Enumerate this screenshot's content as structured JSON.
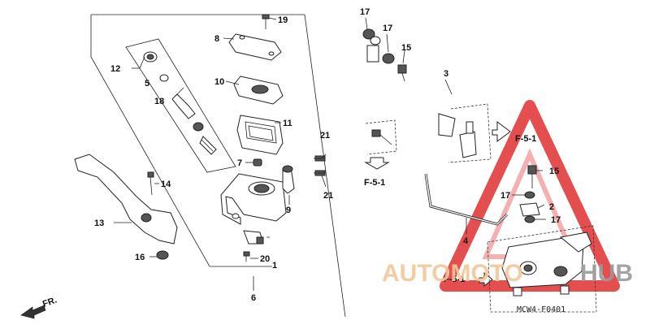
{
  "diagram": {
    "part_numbers": {
      "p1": "1",
      "p2": "2",
      "p3": "3",
      "p4": "4",
      "p5": "5",
      "p6": "6",
      "p7": "7",
      "p8": "8",
      "p9": "9",
      "p10": "10",
      "p11": "11",
      "p12": "12",
      "p13": "13",
      "p14": "14",
      "p15a": "15",
      "p15b": "15",
      "p16": "16",
      "p17a": "17",
      "p17b": "17",
      "p17c": "17",
      "p17d": "17",
      "p18": "18",
      "p19": "19",
      "p20": "20",
      "p21a": "21",
      "p21b": "21"
    },
    "refs": {
      "f51_left": "F-5-1",
      "f51_right": "F-5-1",
      "f51_bottom": "F-5-1"
    },
    "front_label": "FR.",
    "drawing_code": "MCW4-F0401",
    "watermark": {
      "text_a": "AUTOMOTO",
      "text_b": "HUB",
      "color_a": "#f2c79a",
      "color_b": "#9a9a9a",
      "triangle_color": "#e03030"
    }
  }
}
